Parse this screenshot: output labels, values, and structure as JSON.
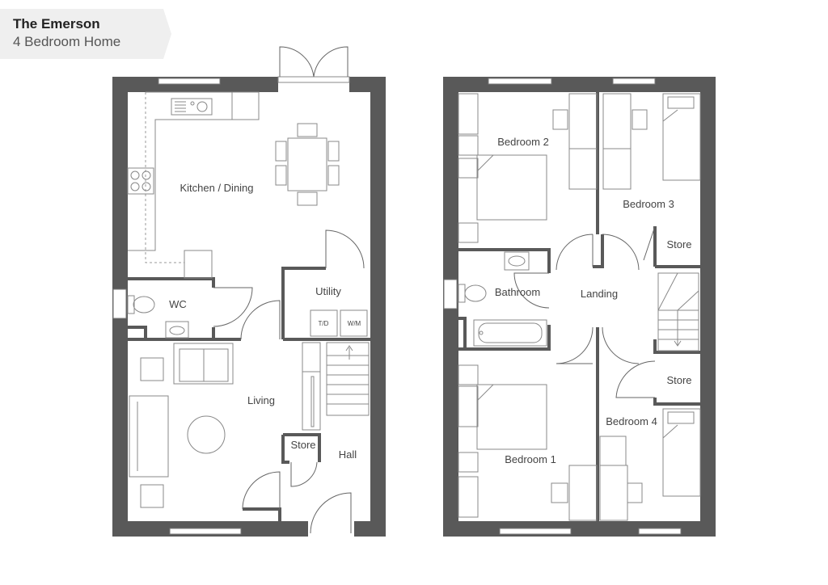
{
  "header": {
    "title": "The Emerson",
    "subtitle": "4 Bedroom Home"
  },
  "ground_floor": {
    "rooms": {
      "kitchen_dining": "Kitchen / Dining",
      "wc": "WC",
      "utility": "Utility",
      "living": "Living",
      "store": "Store",
      "hall": "Hall"
    },
    "appliances": {
      "tumble_dryer": "T/D",
      "washing_machine": "W/M"
    }
  },
  "first_floor": {
    "rooms": {
      "bedroom2": "Bedroom 2",
      "bedroom3": "Bedroom 3",
      "store_upper": "Store",
      "bathroom": "Bathroom",
      "landing": "Landing",
      "store_lower": "Store",
      "bedroom4": "Bedroom 4",
      "bedroom1": "Bedroom 1"
    }
  },
  "colors": {
    "wall": "#595959",
    "banner": "#efefef",
    "text": "#444444"
  }
}
